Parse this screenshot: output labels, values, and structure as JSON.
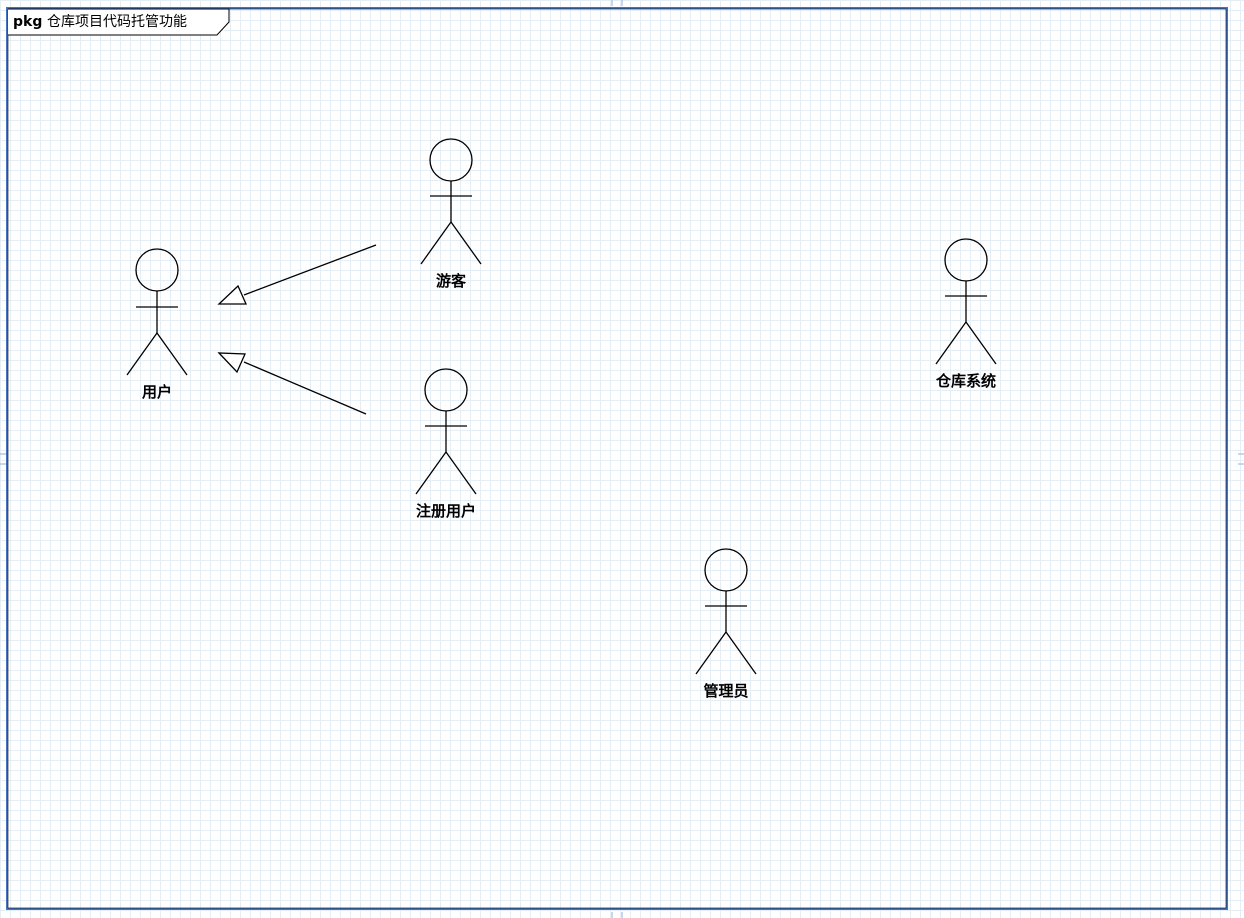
{
  "package": {
    "keyword": "pkg",
    "name": "仓库项目代码托管功能"
  },
  "actors": [
    {
      "id": "user",
      "label": "用户"
    },
    {
      "id": "guest",
      "label": "游客"
    },
    {
      "id": "registered",
      "label": "注册用户"
    },
    {
      "id": "warehouse",
      "label": "仓库系统"
    },
    {
      "id": "admin",
      "label": "管理员"
    }
  ],
  "relations": [
    {
      "type": "generalization",
      "from": "guest",
      "to": "user"
    },
    {
      "type": "generalization",
      "from": "registered",
      "to": "user"
    }
  ],
  "colors": {
    "frame": "#4472c4",
    "grid": "#e6eef5",
    "stroke": "#000000"
  }
}
